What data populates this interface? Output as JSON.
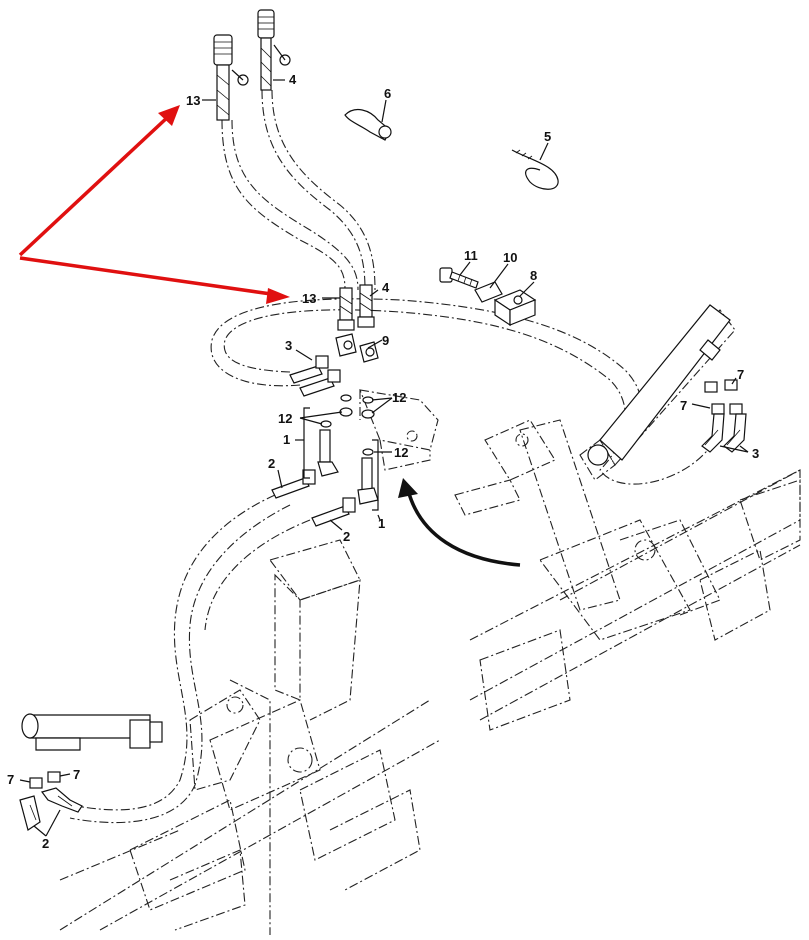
{
  "diagram": {
    "callouts": [
      {
        "id": "c13a",
        "text": "13"
      },
      {
        "id": "c4a",
        "text": "4"
      },
      {
        "id": "c6",
        "text": "6"
      },
      {
        "id": "c5",
        "text": "5"
      },
      {
        "id": "c11",
        "text": "11"
      },
      {
        "id": "c10",
        "text": "10"
      },
      {
        "id": "c8",
        "text": "8"
      },
      {
        "id": "c13b",
        "text": "13"
      },
      {
        "id": "c4b",
        "text": "4"
      },
      {
        "id": "c9",
        "text": "9"
      },
      {
        "id": "c3a",
        "text": "3"
      },
      {
        "id": "c12a",
        "text": "12"
      },
      {
        "id": "c12b",
        "text": "12"
      },
      {
        "id": "c12c",
        "text": "12"
      },
      {
        "id": "c1a",
        "text": "1"
      },
      {
        "id": "c2a",
        "text": "2"
      },
      {
        "id": "c2b",
        "text": "2"
      },
      {
        "id": "c1b",
        "text": "1"
      },
      {
        "id": "c7a",
        "text": "7"
      },
      {
        "id": "c7b",
        "text": "7"
      },
      {
        "id": "c3b",
        "text": "3"
      },
      {
        "id": "c7c",
        "text": "7"
      },
      {
        "id": "c7d",
        "text": "7"
      },
      {
        "id": "c2c",
        "text": "2"
      }
    ],
    "colors": {
      "highlight_arrow": "#e01010",
      "linework": "#111111",
      "background": "#ffffff"
    }
  }
}
